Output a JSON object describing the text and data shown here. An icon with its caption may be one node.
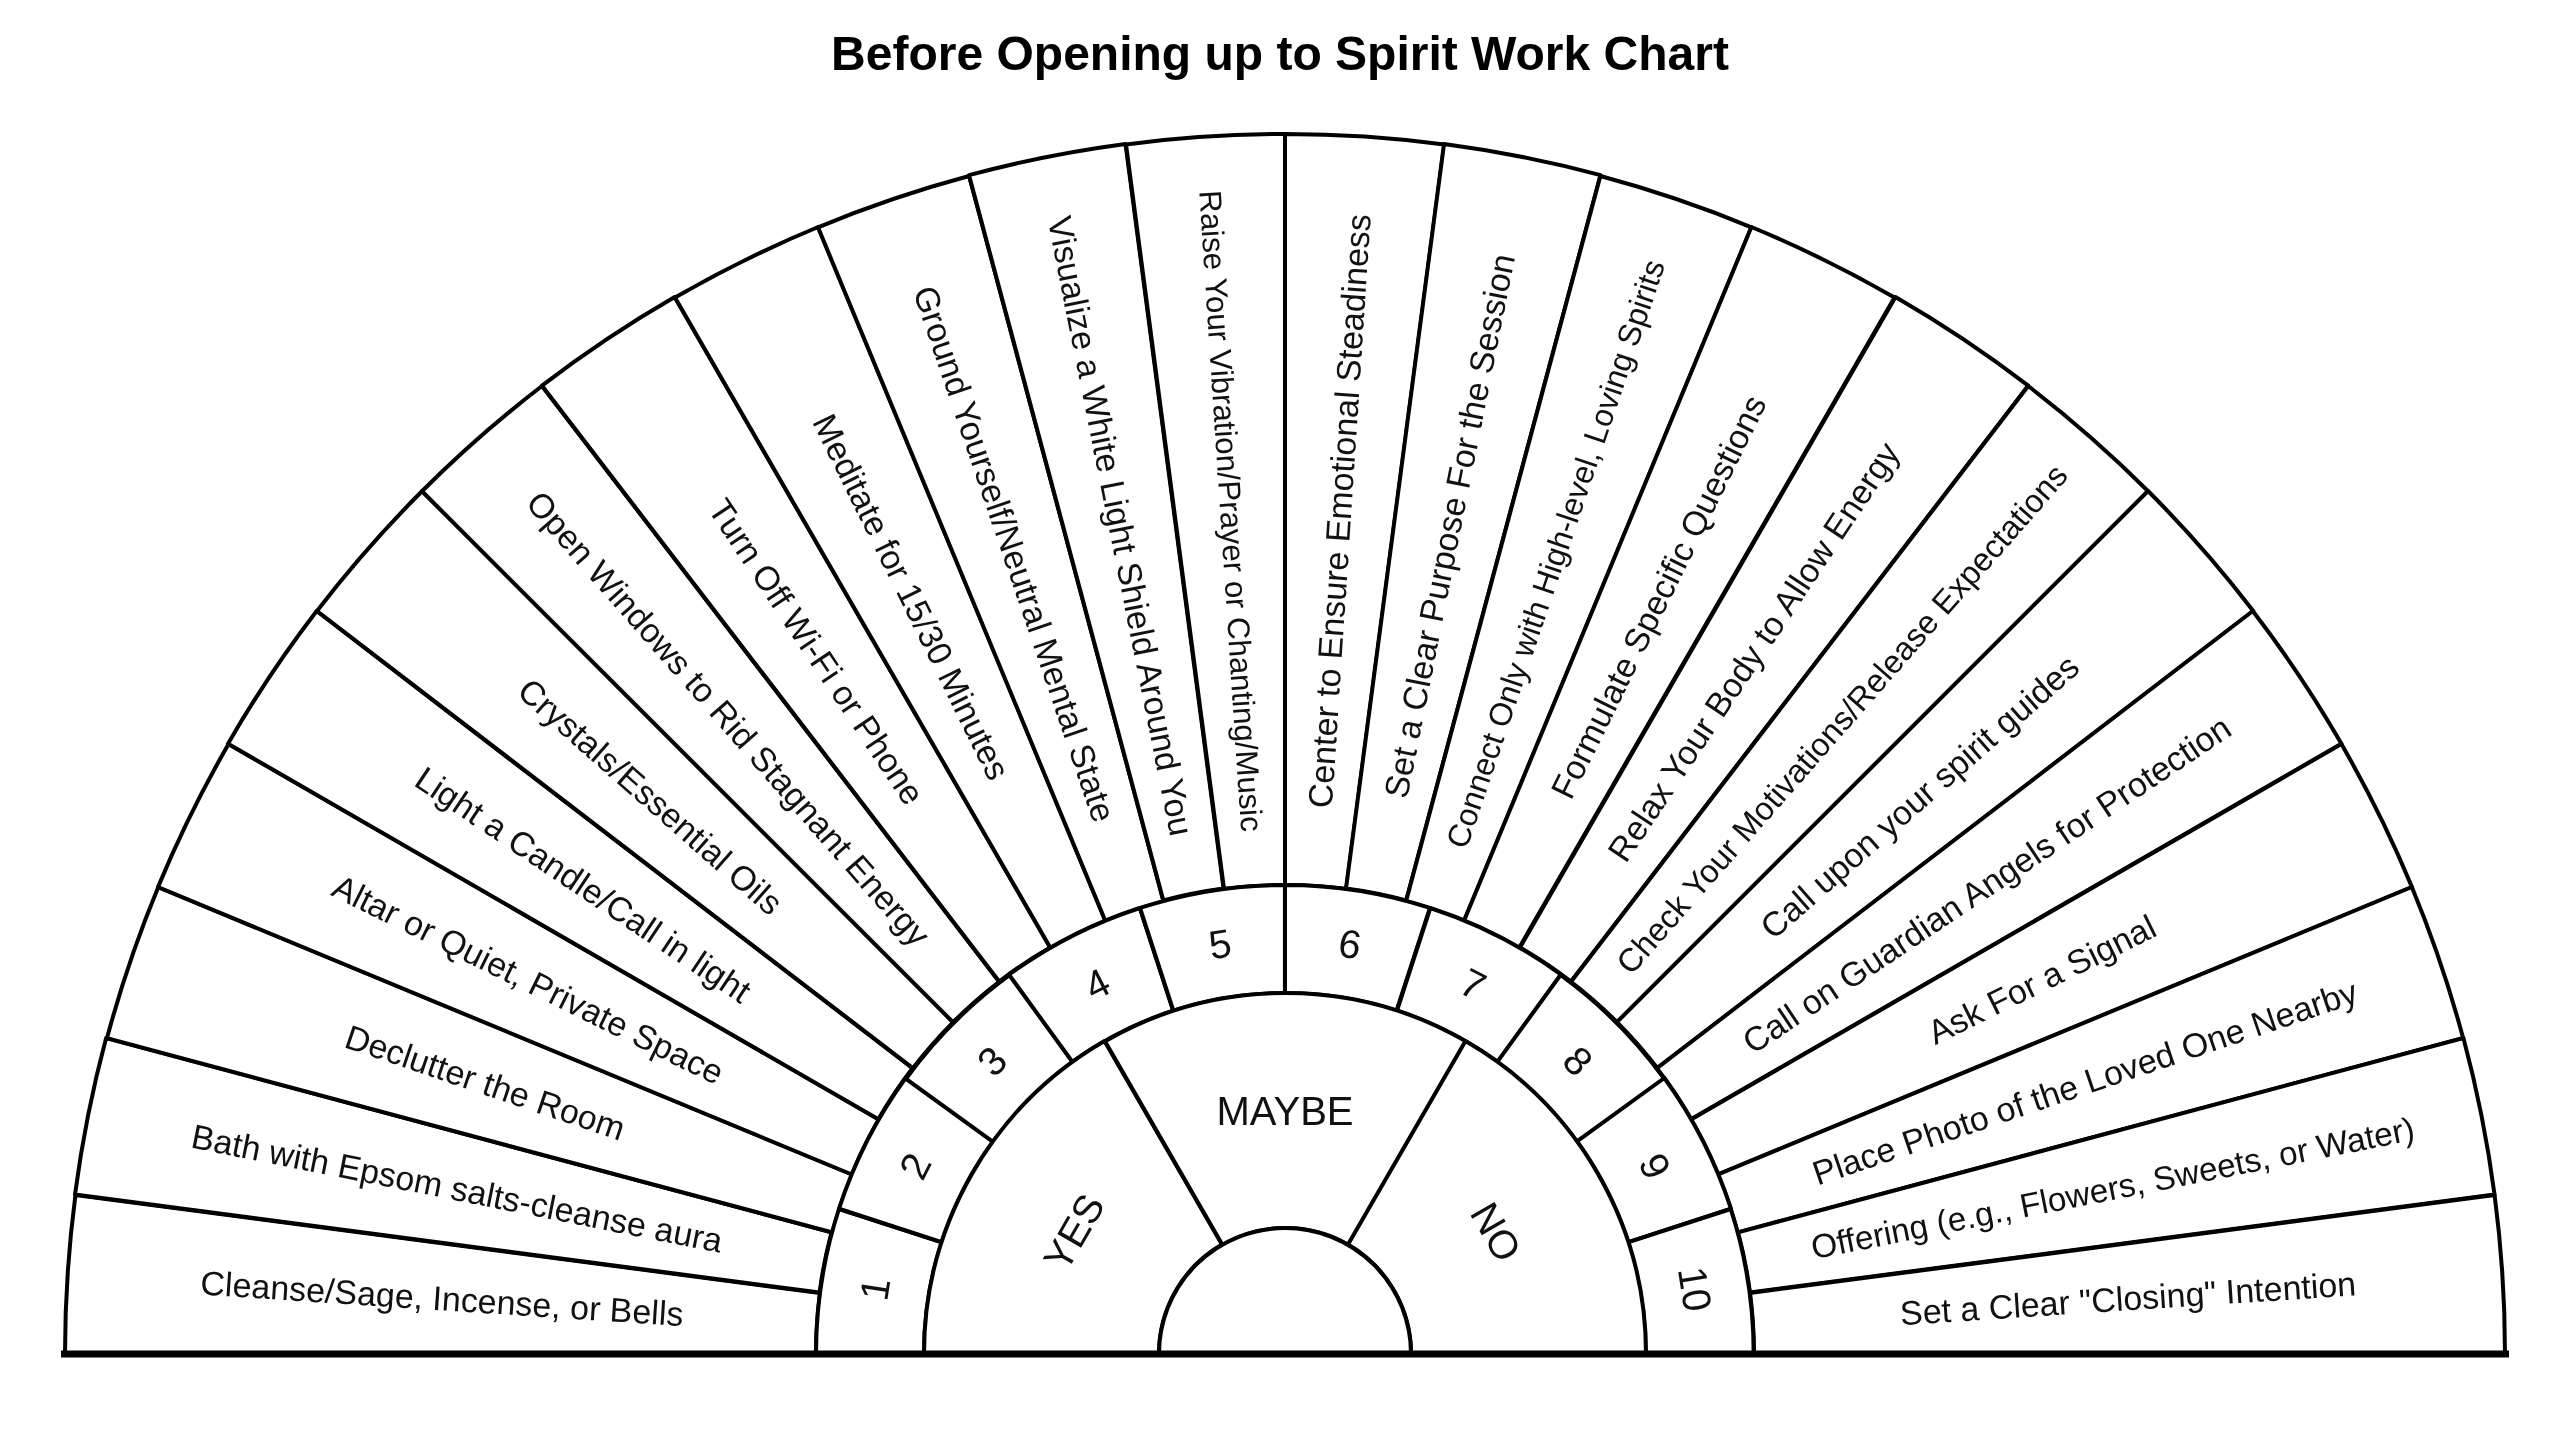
{
  "diagram": {
    "title": "Before Opening up to Spirit Work Chart",
    "nodes": [
      {
        "text": [
          "Cleanse/Sage, Incense, or Bells"
        ]
      },
      {
        "text": [
          "Bath with Epsom salts-cleanse aura"
        ]
      },
      {
        "text": [
          "Declutter the Room"
        ]
      },
      {
        "text": [
          "Altar or Quiet, Private Space"
        ]
      },
      {
        "text": [
          "Light a Candle/Call in light"
        ]
      },
      {
        "text": [
          "Crystals/Essential Oils"
        ]
      },
      {
        "text": [
          "Open Windows to Rid Stagnant Energy"
        ]
      },
      {
        "text": [
          "Turn Off Wi-Fi or Phone"
        ]
      },
      {
        "text": [
          "Meditate for 15/30 Minutes"
        ]
      },
      {
        "text": [
          "Ground Yourself/Neutral Mental State"
        ]
      },
      {
        "text": [
          "Visualize a White Light Shield Around You"
        ]
      },
      {
        "text": [
          "Raise Your Vibration/Prayer or Chanting/Music"
        ]
      },
      {
        "text": [
          "Center to Ensure Emotional Steadiness"
        ]
      },
      {
        "text": [
          "Set a Clear Purpose For the Session"
        ]
      },
      {
        "text": [
          "Connect Only with High-level, Loving Spirits"
        ]
      },
      {
        "text": [
          "Formulate Specific Questions"
        ]
      },
      {
        "text": [
          "Relax Your Body to Allow Energy"
        ]
      },
      {
        "text": [
          "Check Your Motivations/Release Expectations"
        ]
      },
      {
        "text": [
          "Call upon your spirit guides"
        ]
      },
      {
        "text": [
          "Call on Guardian Angels for Protection"
        ]
      },
      {
        "text": [
          "Ask For a Signal"
        ]
      },
      {
        "text": [
          "Place Photo of the Loved One Nearby"
        ]
      },
      {
        "text": [
          "Offering (e.g., Flowers, Sweets, or Water)"
        ]
      },
      {
        "text": [
          "Set a Clear \"Closing\" Intention"
        ]
      },
      {
        "text": [
          "1"
        ]
      },
      {
        "text": [
          "2"
        ]
      },
      {
        "text": [
          "3"
        ]
      },
      {
        "text": [
          "4"
        ]
      },
      {
        "text": [
          "5"
        ]
      },
      {
        "text": [
          "6"
        ]
      },
      {
        "text": [
          "7"
        ]
      },
      {
        "text": [
          "8"
        ]
      },
      {
        "text": [
          "9"
        ]
      },
      {
        "text": [
          "10"
        ]
      },
      {
        "text": [
          "YES"
        ]
      },
      {
        "text": [
          "MAYBE"
        ]
      },
      {
        "text": [
          "NO"
        ]
      },
      {
        "text": [],
        "shape": "circle"
      }
    ]
  }
}
